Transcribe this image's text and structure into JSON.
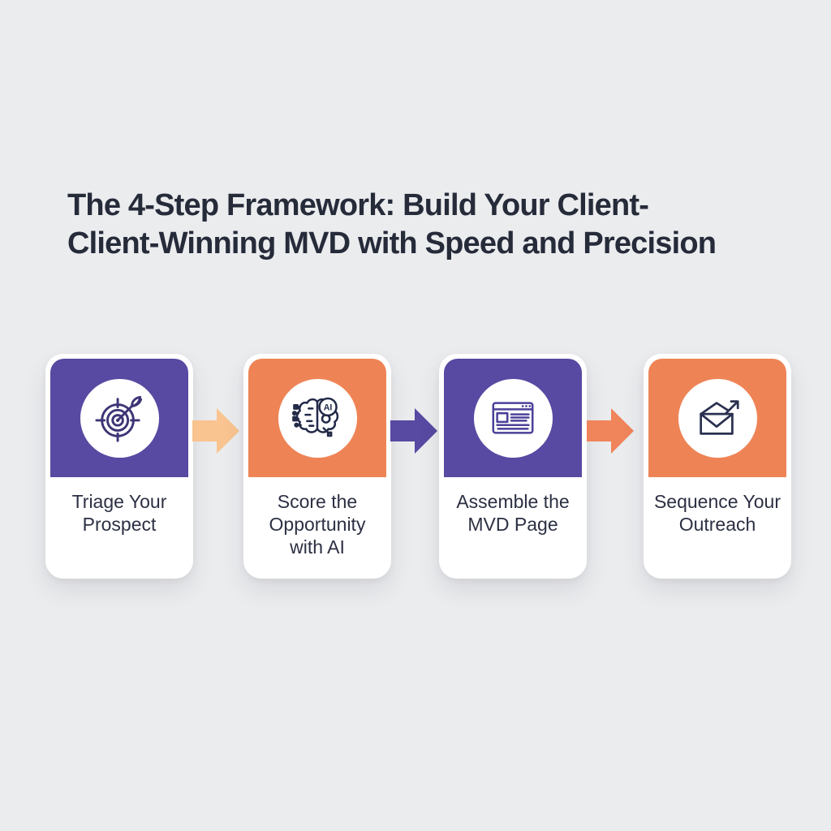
{
  "title": {
    "line1": "The 4-Step Framework: Build Your Client-",
    "line2": "Client-Winning MVD with Speed and Precision"
  },
  "steps": [
    {
      "label": "Triage Your Prospect",
      "lines": [
        "Triage Your",
        "Prospect"
      ],
      "icon": "target-dart-icon",
      "header_color": "#5849a2",
      "icon_color": "#3c3576"
    },
    {
      "label": "Score the Opportunity with AI",
      "lines": [
        "Score the",
        "Opportunity",
        "with AI"
      ],
      "icon": "ai-brain-icon",
      "icon_badge": "AI",
      "header_color": "#ee8456",
      "icon_color": "#232a48"
    },
    {
      "label": "Assemble the MVD Page",
      "lines": [
        "Assemble the",
        "MVD Page"
      ],
      "icon": "browser-page-icon",
      "header_color": "#5849a2",
      "icon_color": "#4a4199"
    },
    {
      "label": "Sequence Your Outreach",
      "lines": [
        "Sequence Your",
        "Outreach"
      ],
      "icon": "email-send-icon",
      "header_color": "#ee8456",
      "icon_color": "#2a3050"
    }
  ],
  "arrows": [
    {
      "color": "#f9c48f"
    },
    {
      "color": "#5849a2"
    },
    {
      "color": "#f0845a"
    }
  ],
  "colors": {
    "background": "#ebecee",
    "card": "#ffffff",
    "title_text": "#262b3a",
    "label_text": "#2c3043"
  }
}
